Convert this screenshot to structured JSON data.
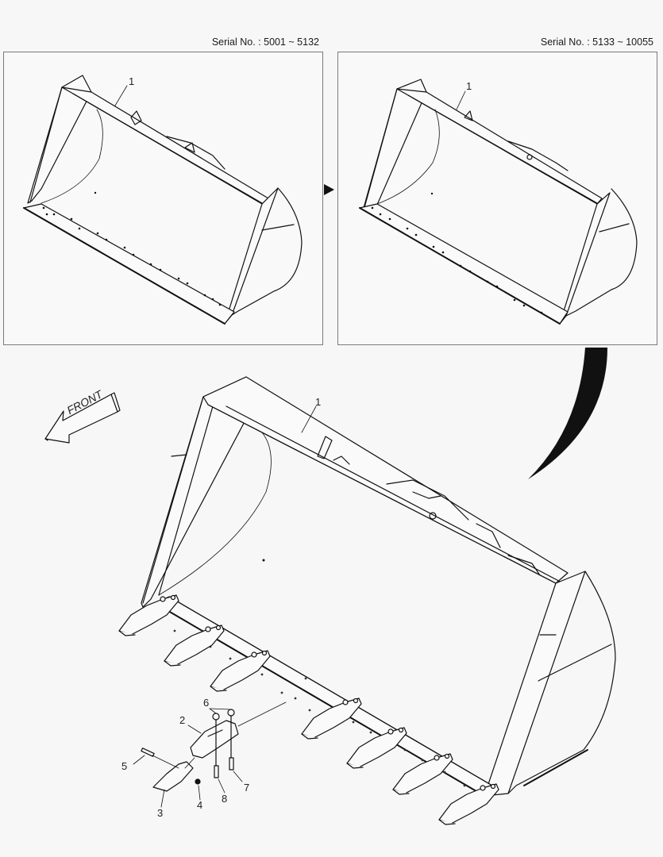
{
  "diagram": {
    "type": "exploded-parts-view",
    "subject": "Loader bucket with teeth and adapters",
    "variants": [
      {
        "id": "left",
        "serial_label": "Serial No. : 5001 ~ 5132",
        "callout": "1"
      },
      {
        "id": "right",
        "serial_label": "Serial No. : 5133 ~ 10055",
        "callout": "1"
      }
    ],
    "direction_indicator": {
      "label": "FRONT",
      "icon": "arrow-left-3d"
    },
    "main_view": {
      "callouts": [
        "1",
        "2",
        "3",
        "4",
        "5",
        "6",
        "7",
        "8"
      ],
      "tooth_count": 8
    },
    "connectors": {
      "panel_arrow": "triangle-right-icon",
      "curved_arrow": "curved-arrow-icon"
    },
    "colors": {
      "background": "#f7f7f7",
      "line": "#111111",
      "panel_border": "#7a7a7a"
    }
  }
}
